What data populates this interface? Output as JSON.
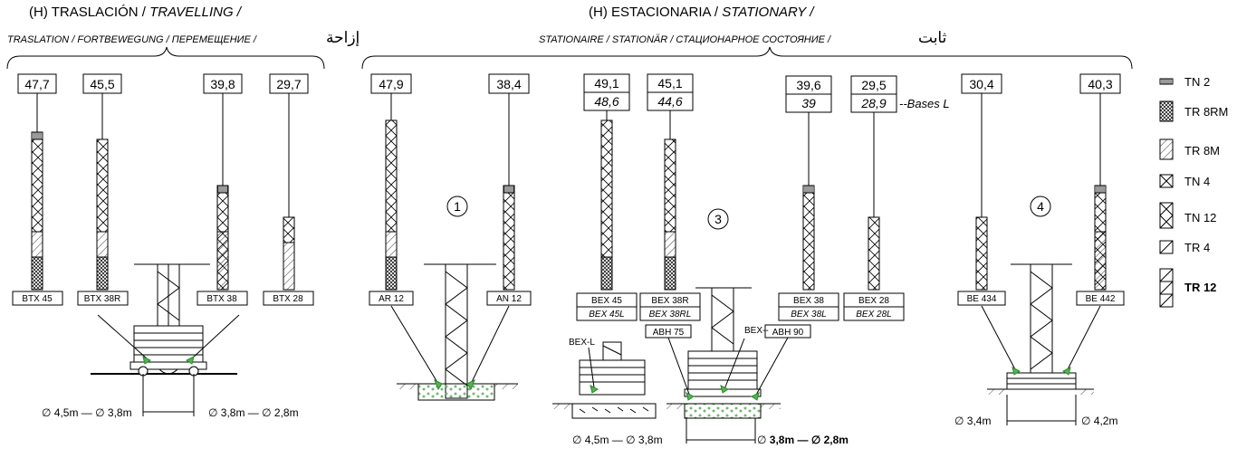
{
  "headers": {
    "travelling": {
      "title": "(H) TRASLACIÓN / ",
      "title_italic": "TRAVELLING / ",
      "subtitle": "TRASLATION / FORTBEWEGUNG /  ПЕРЕМЕЩЕНИЕ /",
      "subtitle_arabic": "إزاحة"
    },
    "stationary": {
      "title": "(H) ESTACIONARIA / ",
      "title_italic": "STATIONARY /",
      "subtitle": "STATIONAIRE / STATIONÄR  / СТАЦИОНАРНОЕ СОСТОЯНИЕ /",
      "subtitle_arabic": "ثابت"
    }
  },
  "heights": {
    "btx45": "47,7",
    "btx38r": "45,5",
    "btx38": "39,8",
    "btx28": "29,7",
    "ar12": "47,9",
    "an12": "38,4",
    "bex45": "49,1",
    "bex45l": "48,6",
    "bex38r": "45,1",
    "bex38rl": "44,6",
    "bex38": "39,6",
    "bex38l": "39",
    "bex28": "29,5",
    "bex28l": "28,9",
    "be434": "30,4",
    "be442": "40,3"
  },
  "bases_note": "--Bases L",
  "base_labels": {
    "btx45": "BTX 45",
    "btx38r": "BTX 38R",
    "btx38": "BTX 38",
    "btx28": "BTX 28",
    "ar12": "AR 12",
    "an12": "AN 12",
    "bex45": "BEX 45",
    "bex45l": "BEX 45L",
    "bex38r": "BEX 38R",
    "bex38rl": "BEX 38RL",
    "bex38": "BEX 38",
    "bex38l": "BEX 38L",
    "bex28": "BEX 28",
    "bex28l": "BEX 28L",
    "be434": "BE 434",
    "be442": "BE 442",
    "abh75": "ABH 75",
    "abh90": "ABH 90",
    "bexl": "BEX-L",
    "bexdash": "BEX--"
  },
  "circle_numbers": {
    "n1": "1",
    "n3": "3",
    "n4": "4"
  },
  "dimensions": {
    "travel_left": "∅ 4,5m — ∅ 3,8m",
    "travel_right": "∅ 3,8m — ∅ 2,8m",
    "stat_left": "∅ 4,5m — ∅ 3,8m",
    "stat_right_a": "∅ ",
    "stat_right_b": "3,8m — ∅ 2,8m",
    "be_left": "∅ 3,4m",
    "be_right": "∅ 4,2m"
  },
  "legend": [
    {
      "icon": "tn2-icon",
      "label": "TN 2",
      "bold": false
    },
    {
      "icon": "tr8rm-icon",
      "label": "TR 8RM",
      "bold": false
    },
    {
      "icon": "tr8m-icon",
      "label": "TR 8M",
      "bold": false
    },
    {
      "icon": "tn4-icon",
      "label": "TN 4",
      "bold": false
    },
    {
      "icon": "tn12-icon",
      "label": "TN 12",
      "bold": false
    },
    {
      "icon": "tr4-icon",
      "label": "TR 4",
      "bold": false
    },
    {
      "icon": "tr12-icon",
      "label": "TR 12",
      "bold": true
    }
  ]
}
